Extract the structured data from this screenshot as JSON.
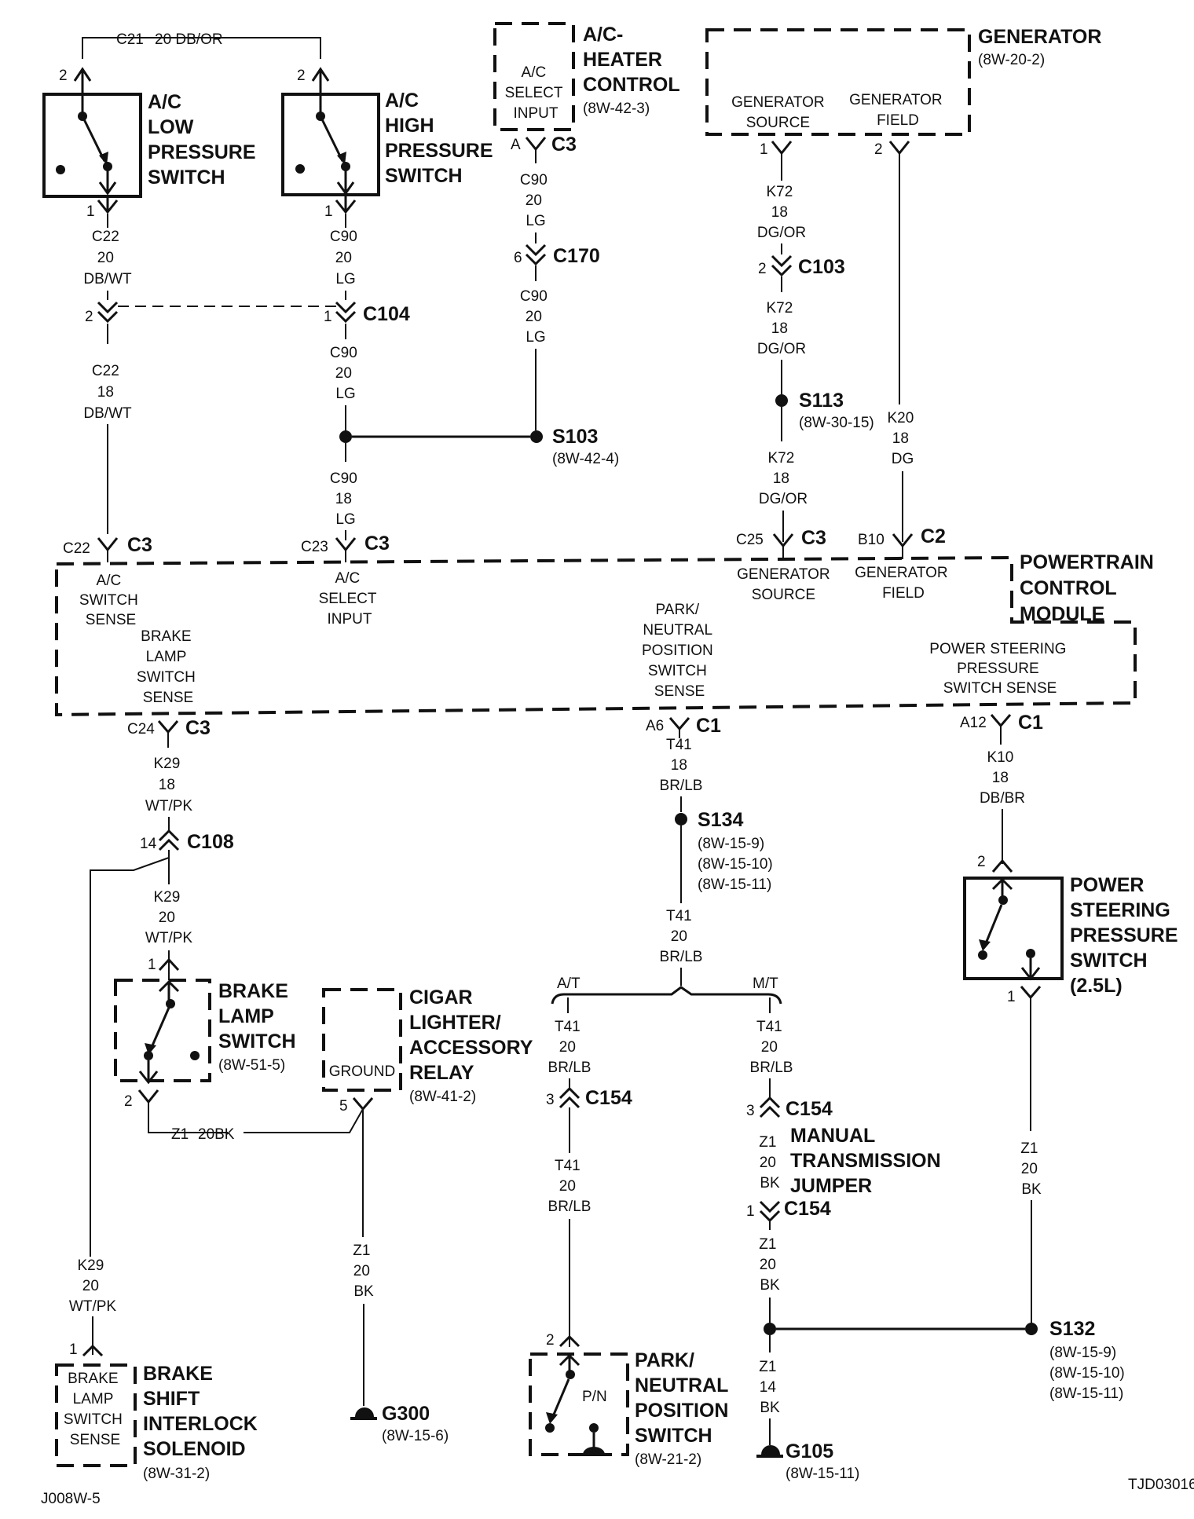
{
  "diagram_id": "J008W-5",
  "ref_code": "TJD03016",
  "components": {
    "ac_low": {
      "label": [
        "A/C",
        "LOW",
        "PRESSURE",
        "SWITCH"
      ]
    },
    "ac_high": {
      "label": [
        "A/C",
        "HIGH",
        "PRESSURE",
        "SWITCH"
      ]
    },
    "ac_heater": {
      "label": [
        "A/C-",
        "HEATER",
        "CONTROL"
      ],
      "ref": "(8W-42-3)",
      "inner": [
        "A/C",
        "SELECT",
        "INPUT"
      ]
    },
    "generator": {
      "label": "GENERATOR",
      "ref": "(8W-20-2)",
      "src": [
        "GENERATOR",
        "SOURCE"
      ],
      "field": [
        "GENERATOR",
        "FIELD"
      ]
    },
    "pcm": {
      "label": [
        "POWERTRAIN",
        "CONTROL",
        "MODULE"
      ],
      "acss": [
        "A/C",
        "SWITCH",
        "SENSE"
      ],
      "blss": [
        "BRAKE",
        "LAMP",
        "SWITCH",
        "SENSE"
      ],
      "acsi": [
        "A/C",
        "SELECT",
        "INPUT"
      ],
      "pnp": [
        "PARK/",
        "NEUTRAL",
        "POSITION",
        "SWITCH",
        "SENSE"
      ],
      "gsrc": [
        "GENERATOR",
        "SOURCE"
      ],
      "gfld": [
        "GENERATOR",
        "FIELD"
      ],
      "pss": [
        "POWER STEERING",
        "PRESSURE",
        "SWITCH SENSE"
      ]
    },
    "psp": {
      "label": [
        "POWER",
        "STEERING",
        "PRESSURE",
        "SWITCH",
        "(2.5L)"
      ]
    },
    "brake_lamp": {
      "label": [
        "BRAKE",
        "LAMP",
        "SWITCH"
      ],
      "ref": "(8W-51-5)"
    },
    "cigar": {
      "label": [
        "CIGAR",
        "LIGHTER/",
        "ACCESSORY",
        "RELAY"
      ],
      "ref": "(8W-41-2)",
      "inner": "GROUND"
    },
    "bsis": {
      "label": [
        "BRAKE",
        "SHIFT",
        "INTERLOCK",
        "SOLENOID"
      ],
      "ref": "(8W-31-2)",
      "inner": [
        "BRAKE",
        "LAMP",
        "SWITCH",
        "SENSE"
      ]
    },
    "pnps": {
      "label": [
        "PARK/",
        "NEUTRAL",
        "POSITION",
        "SWITCH"
      ],
      "ref": "(8W-21-2)",
      "inner": "P/N"
    },
    "mtj": {
      "label": [
        "MANUAL",
        "TRANSMISSION",
        "JUMPER"
      ]
    }
  },
  "connectors": {
    "c3": "C3",
    "c1": "C1",
    "c2": "C2",
    "c104": "C104",
    "c170": "C170",
    "c103": "C103",
    "c108": "C108",
    "c154": "C154",
    "c154b": "C154",
    "c154c": "C154"
  },
  "splices": {
    "s103": {
      "id": "S103",
      "ref": "(8W-42-4)"
    },
    "s113": {
      "id": "S113",
      "ref": "(8W-30-15)"
    },
    "s134": {
      "id": "S134",
      "refs": [
        "(8W-15-9)",
        "(8W-15-10)",
        "(8W-15-11)"
      ]
    },
    "s132": {
      "id": "S132",
      "refs": [
        "(8W-15-9)",
        "(8W-15-10)",
        "(8W-15-11)"
      ]
    }
  },
  "grounds": {
    "g300": {
      "id": "G300",
      "ref": "(8W-15-6)"
    },
    "g105": {
      "id": "G105",
      "ref": "(8W-15-11)"
    }
  },
  "wires": {
    "c21": [
      "C21",
      "20 DB/OR"
    ],
    "c22a": [
      "C22",
      "20",
      "DB/WT"
    ],
    "c22b": [
      "C22",
      "18",
      "DB/WT"
    ],
    "c90a": [
      "C90",
      "20",
      "LG"
    ],
    "c90b": [
      "C90",
      "20",
      "LG"
    ],
    "c90c": [
      "C90",
      "18",
      "LG"
    ],
    "c90d": [
      "C90",
      "20",
      "LG"
    ],
    "c90e": [
      "C90",
      "20",
      "LG"
    ],
    "k72a": [
      "K72",
      "18",
      "DG/OR"
    ],
    "k72b": [
      "K72",
      "18",
      "DG/OR"
    ],
    "k72c": [
      "K72",
      "18",
      "DG/OR"
    ],
    "k20": [
      "K20",
      "18",
      "DG"
    ],
    "k29a": [
      "K29",
      "18",
      "WT/PK"
    ],
    "k29b": [
      "K29",
      "20",
      "WT/PK"
    ],
    "k29c": [
      "K29",
      "20",
      "WT/PK"
    ],
    "t41a": [
      "T41",
      "18",
      "BR/LB"
    ],
    "t41b": [
      "T41",
      "20",
      "BR/LB"
    ],
    "t41c": [
      "T41",
      "20",
      "BR/LB"
    ],
    "t41d": [
      "T41",
      "20",
      "BR/LB"
    ],
    "t41e": [
      "T41",
      "20",
      "BR/LB"
    ],
    "k10": [
      "K10",
      "18",
      "DB/BR"
    ],
    "z1a": [
      "Z1",
      "20BK"
    ],
    "z1b": [
      "Z1",
      "20",
      "BK"
    ],
    "z1c": [
      "Z1",
      "20",
      "BK"
    ],
    "z1d": [
      "Z1",
      "20",
      "BK"
    ],
    "z1e": [
      "Z1",
      "14",
      "BK"
    ],
    "z1f": [
      "Z1",
      "20",
      "BK"
    ]
  },
  "pins": {
    "p2a": "2",
    "p2b": "2",
    "p1a": "1",
    "p1b": "1",
    "pA": "A",
    "p6": "6",
    "p1g": "1",
    "p2g": "2",
    "p2c103": "2",
    "p2c104": "2",
    "p1c104": "1",
    "pC22": "C22",
    "pC23": "C23",
    "pC25": "C25",
    "pB10": "B10",
    "pC24": "C24",
    "pA6": "A6",
    "pA12": "A12",
    "p14": "14",
    "p1bl": "1",
    "p2bl": "2",
    "p5": "5",
    "p3a": "3",
    "p3b": "3",
    "p1c": "1",
    "p2pn": "2",
    "p1bs": "1",
    "p2ps": "2",
    "p1ps": "1"
  },
  "branches": {
    "at": "A/T",
    "mt": "M/T"
  }
}
